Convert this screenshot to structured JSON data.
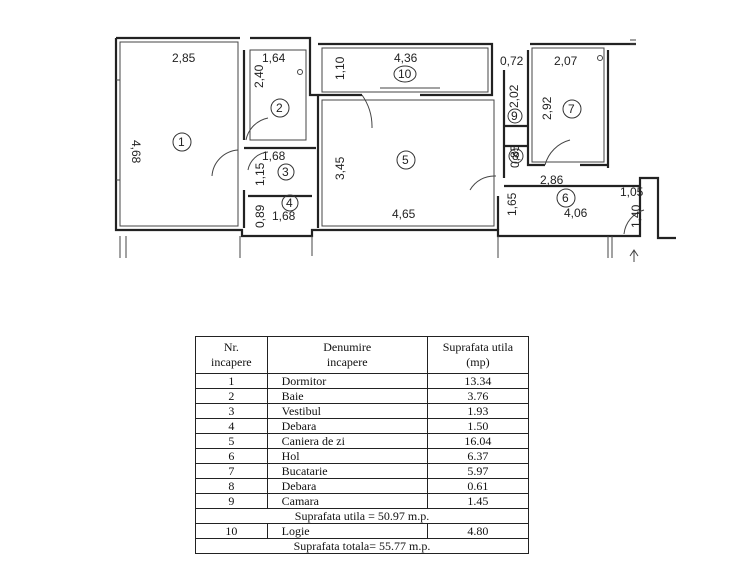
{
  "plan": {
    "dimensions": [
      "2,85",
      "4,68",
      "1,64",
      "2,40",
      "1,68",
      "1,15",
      "0,89",
      "1,68",
      "4,36",
      "1,10",
      "3,45",
      "4,65",
      "0,72",
      "2,07",
      "2,02",
      "2,92",
      "0,85",
      "1,65",
      "2,86",
      "4,06",
      "1,05",
      "1,40"
    ],
    "room_numbers": [
      "1",
      "2",
      "3",
      "4",
      "5",
      "6",
      "7",
      "8",
      "9",
      "10"
    ]
  },
  "table": {
    "headers": {
      "nr": "Nr.\nincapere",
      "name": "Denumire\nincapere",
      "area": "Suprafata utila\n(mp)"
    },
    "rows": [
      {
        "nr": "1",
        "name": "Dormitor",
        "area": "13.34"
      },
      {
        "nr": "2",
        "name": "Baie",
        "area": "3.76"
      },
      {
        "nr": "3",
        "name": "Vestibul",
        "area": "1.93"
      },
      {
        "nr": "4",
        "name": "Debara",
        "area": "1.50"
      },
      {
        "nr": "5",
        "name": "Caniera de zi",
        "area": "16.04"
      },
      {
        "nr": "6",
        "name": "Hol",
        "area": "6.37"
      },
      {
        "nr": "7",
        "name": "Bucatarie",
        "area": "5.97"
      },
      {
        "nr": "8",
        "name": "Debara",
        "area": "0.61"
      },
      {
        "nr": "9",
        "name": "Camara",
        "area": "1.45"
      }
    ],
    "subtotal": "Suprafata utila = 50.97 m.p.",
    "logie": {
      "nr": "10",
      "name": "Logie",
      "area": "4.80"
    },
    "total": "Suprafata totala= 55.77 m.p."
  }
}
